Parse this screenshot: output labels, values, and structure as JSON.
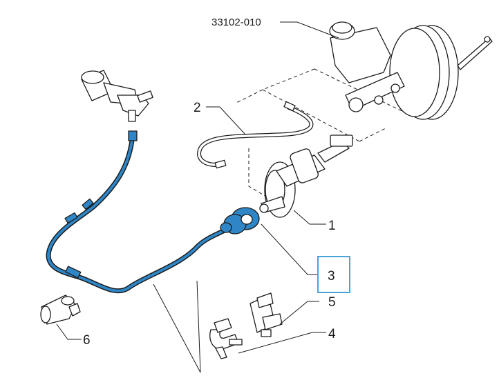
{
  "diagram": {
    "reference_code": "33102-010",
    "callouts": [
      {
        "id": "1",
        "label": "1"
      },
      {
        "id": "2",
        "label": "2"
      },
      {
        "id": "3",
        "label": "3",
        "highlighted": true
      },
      {
        "id": "4",
        "label": "4"
      },
      {
        "id": "5",
        "label": "5"
      },
      {
        "id": "6",
        "label": "6"
      }
    ],
    "colors": {
      "highlight": "#2f86c6",
      "highlight_frame": "#4aa3d8",
      "line": "#1a1a1a"
    }
  }
}
